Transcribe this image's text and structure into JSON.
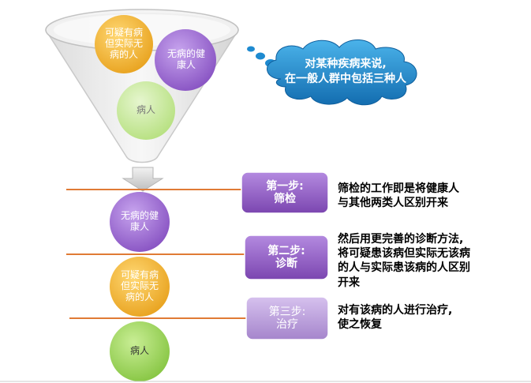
{
  "colors": {
    "gold": "#F2B632",
    "purple": "#9B6BD0",
    "green": "#9ED560",
    "line": "#E07B35",
    "step_box": "#8E5BBE",
    "cloud": "#1F8ED0"
  },
  "funnel": {
    "circle_suspect": "可疑有病\n但实际无\n病的人",
    "circle_healthy": "无病的健\n康人",
    "circle_sick": "病人"
  },
  "cloud": {
    "text": "对某种疾病来说,\n在一般人群中包括三种人"
  },
  "column": {
    "healthy": "无病的健\n康人",
    "suspect": "可疑有病\n但实际无\n病的人",
    "sick": "病人"
  },
  "steps": [
    {
      "label": "第一步:\n筛检",
      "desc": "筛检的工作即是将健康人\n与其他两类人区别开来"
    },
    {
      "label": "第二步:\n诊断",
      "desc": "然后用更完善的诊断方法,\n将可疑患该病但实际无该病\n的人与实际患该病的人区别\n开来"
    },
    {
      "label": "第三步:\n治疗",
      "desc": "对有该病的人进行治疗,\n使之恢复"
    }
  ]
}
